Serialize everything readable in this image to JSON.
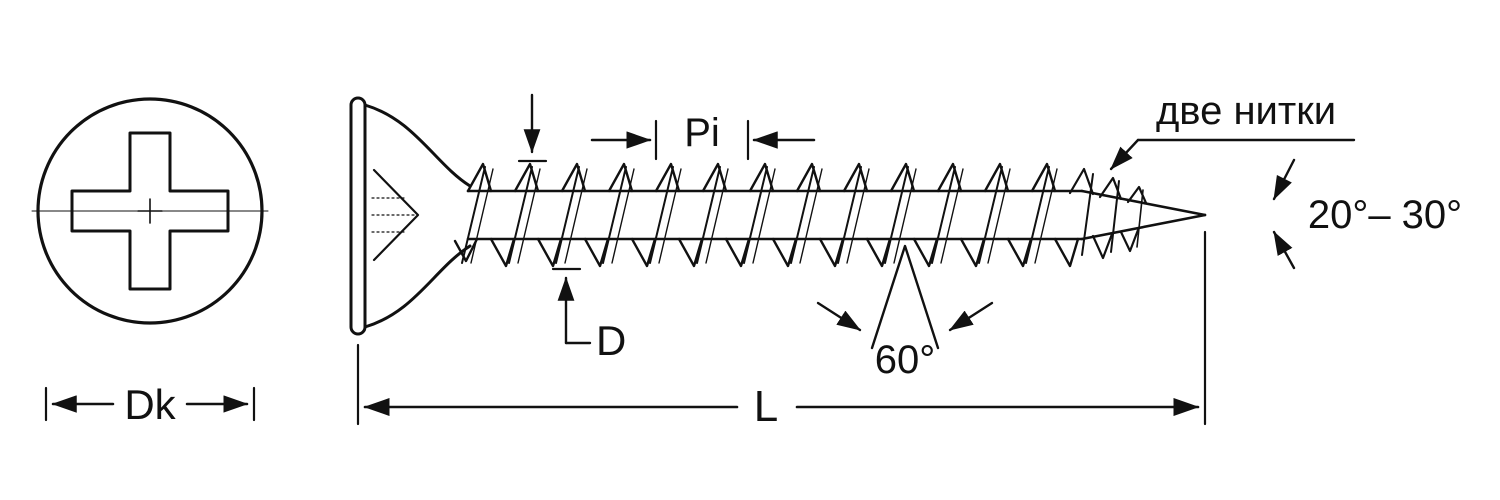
{
  "labels": {
    "head_diameter": "Dk",
    "thread_pitch": "Pi",
    "thread_diameter": "D",
    "two_threads_note": "две нитки",
    "point_angle_range": "20°– 30°",
    "thread_profile_angle": "60°",
    "screw_length": "L"
  },
  "colors": {
    "line": "#111111",
    "background": "#ffffff"
  }
}
